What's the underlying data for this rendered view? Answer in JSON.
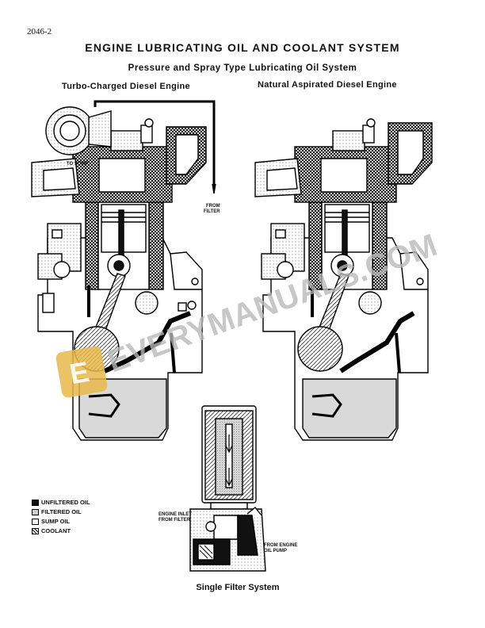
{
  "page_number": "2046-2",
  "title": "ENGINE LUBRICATING OIL AND COOLANT SYSTEM",
  "subtitle": "Pressure and Spray Type Lubricating Oil System",
  "left_engine_label": "Turbo-Charged Diesel Engine",
  "right_engine_label": "Natural Aspirated Diesel Engine",
  "callouts": {
    "to_sump": "TO SUMP",
    "from_filter_1": "FROM",
    "from_filter_2": "FILTER",
    "engine_inlet_1": "ENGINE INLET",
    "engine_inlet_2": "FROM FILTER",
    "from_engine_1": "FROM ENGINE",
    "from_engine_2": "OIL PUMP"
  },
  "legend": [
    {
      "label": "UNFILTERED OIL",
      "pattern": "solid"
    },
    {
      "label": "FILTERED OIL",
      "pattern": "light"
    },
    {
      "label": "SUMP OIL",
      "pattern": "blank"
    },
    {
      "label": "COOLANT",
      "pattern": "hatch"
    }
  ],
  "caption": "Single Filter System",
  "watermark": "EVERYMANUALS.COM",
  "colors": {
    "unfiltered": "#111111",
    "watermark_logo": "#e8b84a",
    "watermark_text": "#b8b8b8"
  }
}
